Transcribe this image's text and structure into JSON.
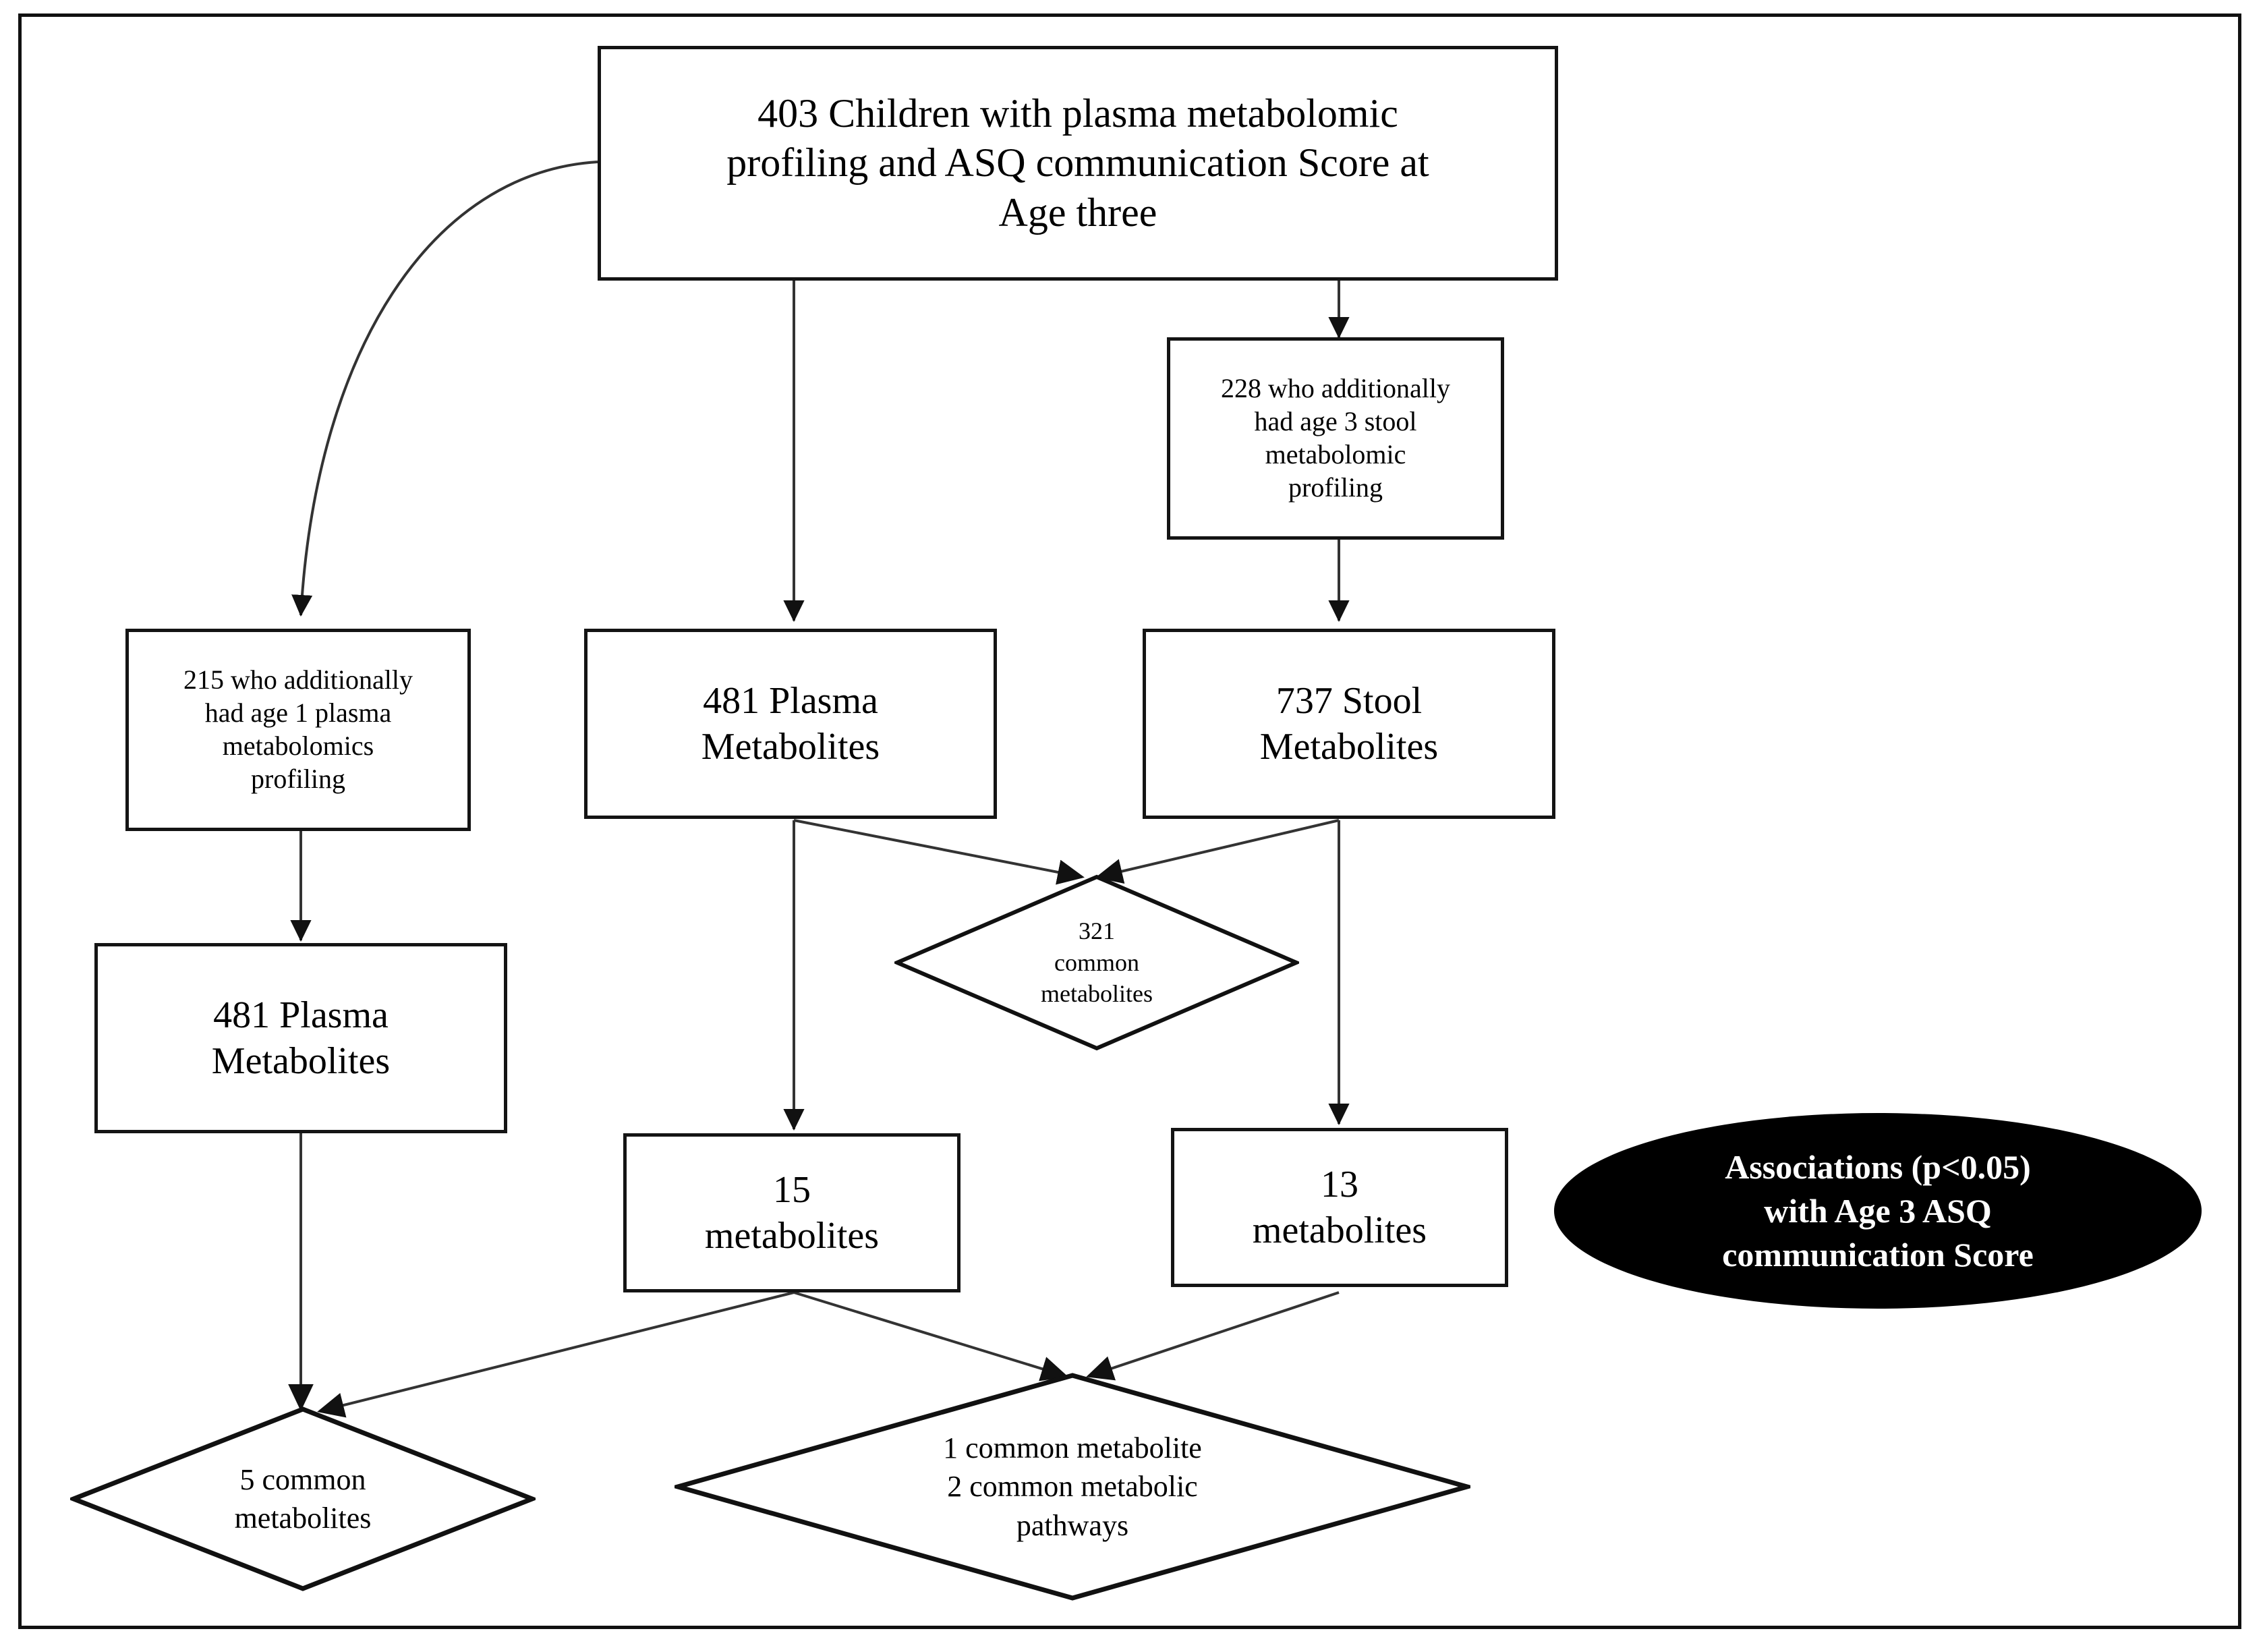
{
  "figure": {
    "type": "flowchart",
    "frame": {
      "border_color": "#141414"
    },
    "nodes": [
      {
        "id": "cohort",
        "shape": "rectangle",
        "text": "403 Children with plasma metabolomic profiling and ASQ communication Score at Age three"
      },
      {
        "id": "stool-subcohort",
        "shape": "rectangle",
        "text": "228 who additionally had age 3 stool metabolomic profiling"
      },
      {
        "id": "plasma-age1-subcohort",
        "shape": "rectangle",
        "text": "215 who additionally had age 1 plasma metabolomics profiling"
      },
      {
        "id": "plasma-metabolites-age3",
        "shape": "rectangle",
        "text": "481 Plasma Metabolites"
      },
      {
        "id": "stool-metabolites",
        "shape": "rectangle",
        "text": "737 Stool Metabolites"
      },
      {
        "id": "plasma-metabolites-age1",
        "shape": "rectangle",
        "text": "481 Plasma Metabolites"
      },
      {
        "id": "common-321",
        "shape": "diamond",
        "text": "321 common metabolites"
      },
      {
        "id": "sig-plasma-15",
        "shape": "rectangle",
        "text": "15 metabolites"
      },
      {
        "id": "sig-stool-13",
        "shape": "rectangle",
        "text": "13 metabolites"
      },
      {
        "id": "common-5",
        "shape": "diamond",
        "text": "5 common metabolites"
      },
      {
        "id": "common-1",
        "shape": "diamond",
        "text": "1 common metabolite 2 common metabolic pathways"
      },
      {
        "id": "associations-legend",
        "shape": "ellipse",
        "text": "Associations (p<0.05) with Age 3 ASQ communication Score",
        "fill": "#000000",
        "text_color": "#ffffff"
      }
    ],
    "node_text": {
      "cohort_l1": "403 Children with plasma metabolomic",
      "cohort_l2": "profiling and ASQ communication Score at",
      "cohort_l3": "Age three",
      "stool_sub_l1": "228 who additionally",
      "stool_sub_l2": "had age 3 stool",
      "stool_sub_l3": "metabolomic",
      "stool_sub_l4": "profiling",
      "plasma_sub_l1": "215 who additionally",
      "plasma_sub_l2": "had age 1 plasma",
      "plasma_sub_l3": "metabolomics",
      "plasma_sub_l4": "profiling",
      "plasma481_l1": "481 Plasma",
      "plasma481_l2": "Metabolites",
      "stool737_l1": "737 Stool",
      "stool737_l2": "Metabolites",
      "plasma481b_l1": "481 Plasma",
      "plasma481b_l2": "Metabolites",
      "d321_l1": "321",
      "d321_l2": "common",
      "d321_l3": "metabolites",
      "m15_l1": "15",
      "m15_l2": "metabolites",
      "m13_l1": "13",
      "m13_l2": "metabolites",
      "d5_l1": "5 common",
      "d5_l2": "metabolites",
      "d1_l1": "1 common metabolite",
      "d1_l2": "2 common metabolic",
      "d1_l3": "pathways",
      "ellipse_l1": "Associations (p<0.05)",
      "ellipse_l2": "with Age 3 ASQ",
      "ellipse_l3": "communication Score"
    },
    "edges": [
      {
        "from": "cohort",
        "to": "plasma-age1-subcohort",
        "style": "curved-arrow"
      },
      {
        "from": "cohort",
        "to": "plasma-metabolites-age3",
        "style": "straight-arrow"
      },
      {
        "from": "cohort",
        "to": "stool-subcohort",
        "style": "straight-arrow"
      },
      {
        "from": "stool-subcohort",
        "to": "stool-metabolites",
        "style": "straight-arrow"
      },
      {
        "from": "plasma-age1-subcohort",
        "to": "plasma-metabolites-age1",
        "style": "straight-arrow"
      },
      {
        "from": "plasma-metabolites-age3",
        "to": "common-321",
        "style": "straight-arrow"
      },
      {
        "from": "stool-metabolites",
        "to": "common-321",
        "style": "straight-arrow"
      },
      {
        "from": "plasma-metabolites-age3",
        "to": "sig-plasma-15",
        "style": "straight-arrow"
      },
      {
        "from": "stool-metabolites",
        "to": "sig-stool-13",
        "style": "straight-arrow"
      },
      {
        "from": "plasma-metabolites-age1",
        "to": "common-5",
        "style": "straight-arrow"
      },
      {
        "from": "sig-plasma-15",
        "to": "common-5",
        "style": "straight-arrow"
      },
      {
        "from": "sig-plasma-15",
        "to": "common-1",
        "style": "straight-arrow"
      },
      {
        "from": "sig-stool-13",
        "to": "common-1",
        "style": "straight-arrow"
      }
    ]
  }
}
